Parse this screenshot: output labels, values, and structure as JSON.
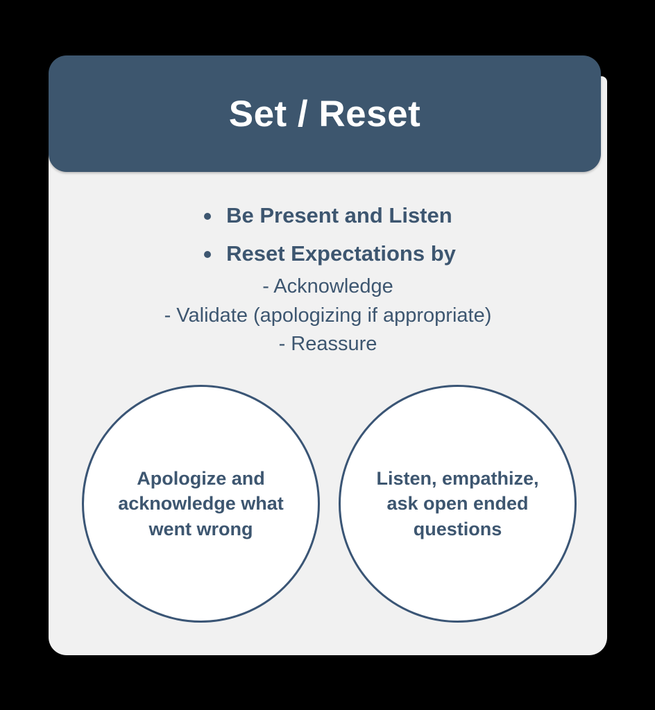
{
  "slide": {
    "background_color": "#000000",
    "card_background_color": "#F1F1F1",
    "accent_color": "#3D566E",
    "text_color": "#3D5670",
    "circle_border_color": "#3A5575",
    "circle_fill_color": "#FFFFFF"
  },
  "header": {
    "title": "Set / Reset"
  },
  "content": {
    "bullets": [
      {
        "label": "Be Present and Listen"
      },
      {
        "label": "Reset Expectations by"
      }
    ],
    "sub_lines": [
      "- Acknowledge",
      "- Validate (apologizing if appropriate)",
      "- Reassure"
    ]
  },
  "circles": [
    {
      "text": "Apologize and\nacknowledge what\nwent wrong"
    },
    {
      "text": "Listen, empathize,\nask open ended\nquestions"
    }
  ]
}
